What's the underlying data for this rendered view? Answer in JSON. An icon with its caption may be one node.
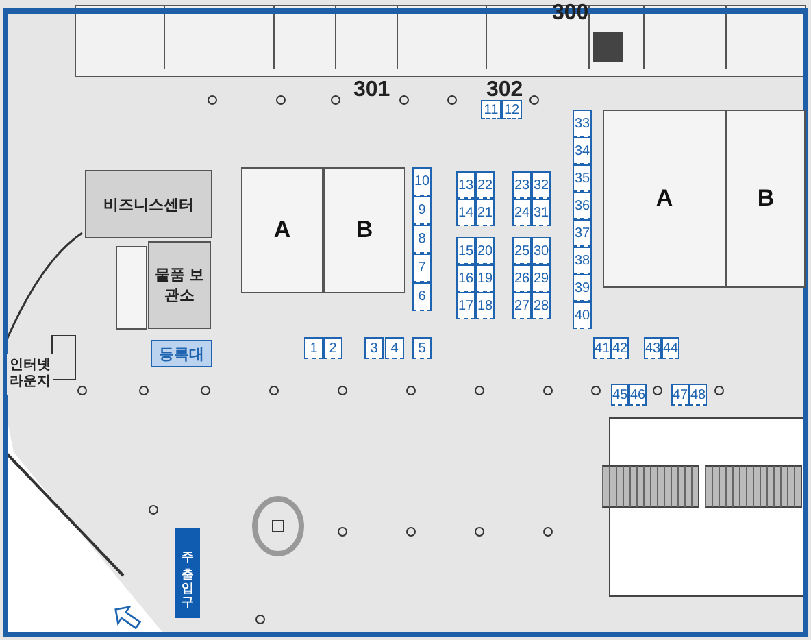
{
  "diagram": {
    "nodes": [
      {
        "text": [
          "비즈니스센터"
        ]
      },
      {
        "text": [
          "물품 보관소"
        ]
      },
      {
        "text": [
          "A"
        ]
      },
      {
        "text": [
          "B"
        ]
      },
      {
        "text": [
          "A"
        ]
      },
      {
        "text": [
          "B"
        ]
      },
      {
        "text": [
          "등록대"
        ]
      },
      {
        "text": [
          "인터넷 라운지"
        ]
      },
      {
        "text": [
          "주출입구"
        ]
      },
      {
        "text": [
          "11"
        ]
      },
      {
        "text": [
          "12"
        ]
      },
      {
        "text": [
          "33"
        ]
      },
      {
        "text": [
          "34"
        ]
      },
      {
        "text": [
          "35"
        ]
      },
      {
        "text": [
          "36"
        ]
      },
      {
        "text": [
          "37"
        ]
      },
      {
        "text": [
          "38"
        ]
      },
      {
        "text": [
          "39"
        ]
      },
      {
        "text": [
          "40"
        ]
      },
      {
        "text": [
          "10"
        ]
      },
      {
        "text": [
          "9"
        ]
      },
      {
        "text": [
          "8"
        ]
      },
      {
        "text": [
          "7"
        ]
      },
      {
        "text": [
          "6"
        ]
      },
      {
        "text": [
          "13"
        ]
      },
      {
        "text": [
          "22"
        ]
      },
      {
        "text": [
          "23"
        ]
      },
      {
        "text": [
          "32"
        ]
      },
      {
        "text": [
          "14"
        ]
      },
      {
        "text": [
          "21"
        ]
      },
      {
        "text": [
          "24"
        ]
      },
      {
        "text": [
          "31"
        ]
      },
      {
        "text": [
          "15"
        ]
      },
      {
        "text": [
          "20"
        ]
      },
      {
        "text": [
          "25"
        ]
      },
      {
        "text": [
          "30"
        ]
      },
      {
        "text": [
          "16"
        ]
      },
      {
        "text": [
          "19"
        ]
      },
      {
        "text": [
          "26"
        ]
      },
      {
        "text": [
          "29"
        ]
      },
      {
        "text": [
          "17"
        ]
      },
      {
        "text": [
          "18"
        ]
      },
      {
        "text": [
          "27"
        ]
      },
      {
        "text": [
          "28"
        ]
      },
      {
        "text": [
          "1"
        ]
      },
      {
        "text": [
          "2"
        ]
      },
      {
        "text": [
          "3"
        ]
      },
      {
        "text": [
          "4"
        ]
      },
      {
        "text": [
          "5"
        ]
      },
      {
        "text": [
          "41"
        ]
      },
      {
        "text": [
          "42"
        ]
      },
      {
        "text": [
          "43"
        ]
      },
      {
        "text": [
          "44"
        ]
      },
      {
        "text": [
          "45"
        ]
      },
      {
        "text": [
          "46"
        ]
      },
      {
        "text": [
          "47"
        ]
      },
      {
        "text": [
          "48"
        ]
      }
    ],
    "labels": [
      "300",
      "301",
      "302"
    ]
  }
}
